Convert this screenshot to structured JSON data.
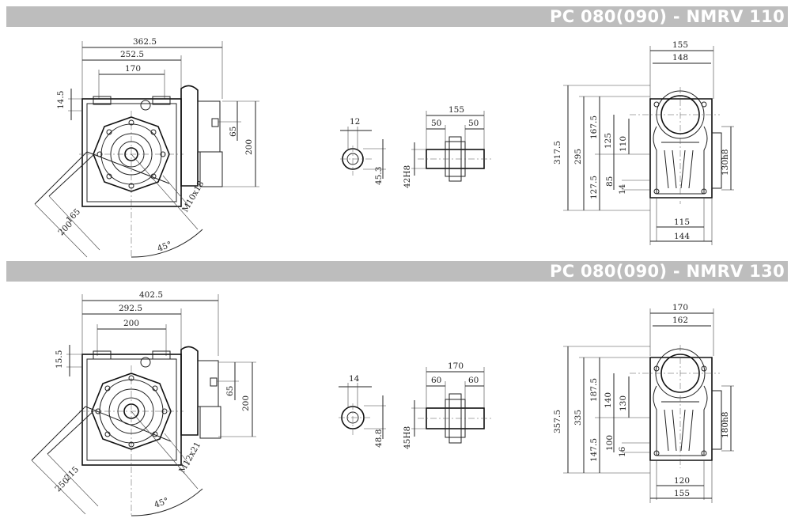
{
  "sections": [
    {
      "title": "PC 080(090) - NMRV 110",
      "front": {
        "dims": {
          "overall_width": "362.5",
          "body_width": "252.5",
          "flange_width": "170",
          "top_offset": "14.5",
          "shaft_offset": "65",
          "motor_height": "200",
          "pcd_inner": "165",
          "pcd_outer": "200",
          "angle": "45°",
          "bolt": "M10x18"
        }
      },
      "shaft": {
        "dims": {
          "key_width": "12",
          "key_height": "45.3",
          "bore": "42H8",
          "length": "155",
          "left_step": "50",
          "right_step": "50"
        }
      },
      "side": {
        "dims": {
          "top_outer": "155",
          "top_inner": "148",
          "total_height": "317.5",
          "height_295": "295",
          "height_167": "167.5",
          "height_125": "125",
          "height_110": "110",
          "height_85": "85",
          "lower_127": "127.5",
          "small_14": "14",
          "flange_dia": "130h8",
          "bottom_inner": "115",
          "bottom_outer": "144"
        }
      }
    },
    {
      "title": "PC 080(090) - NMRV 130",
      "front": {
        "dims": {
          "overall_width": "402.5",
          "body_width": "292.5",
          "flange_width": "200",
          "top_offset": "15.5",
          "shaft_offset": "65",
          "motor_height": "200",
          "pcd_inner": "215",
          "pcd_outer": "250",
          "angle": "45°",
          "bolt": "M12x21"
        }
      },
      "shaft": {
        "dims": {
          "key_width": "14",
          "key_height": "48.8",
          "bore": "45H8",
          "length": "170",
          "left_step": "60",
          "right_step": "60"
        }
      },
      "side": {
        "dims": {
          "top_outer": "170",
          "top_inner": "162",
          "total_height": "357.5",
          "height_295": "335",
          "height_167": "187.5",
          "height_125": "140",
          "height_110": "130",
          "height_85": "100",
          "lower_127": "147.5",
          "small_14": "16",
          "flange_dia": "180h8",
          "bottom_inner": "120",
          "bottom_outer": "155"
        }
      }
    }
  ]
}
